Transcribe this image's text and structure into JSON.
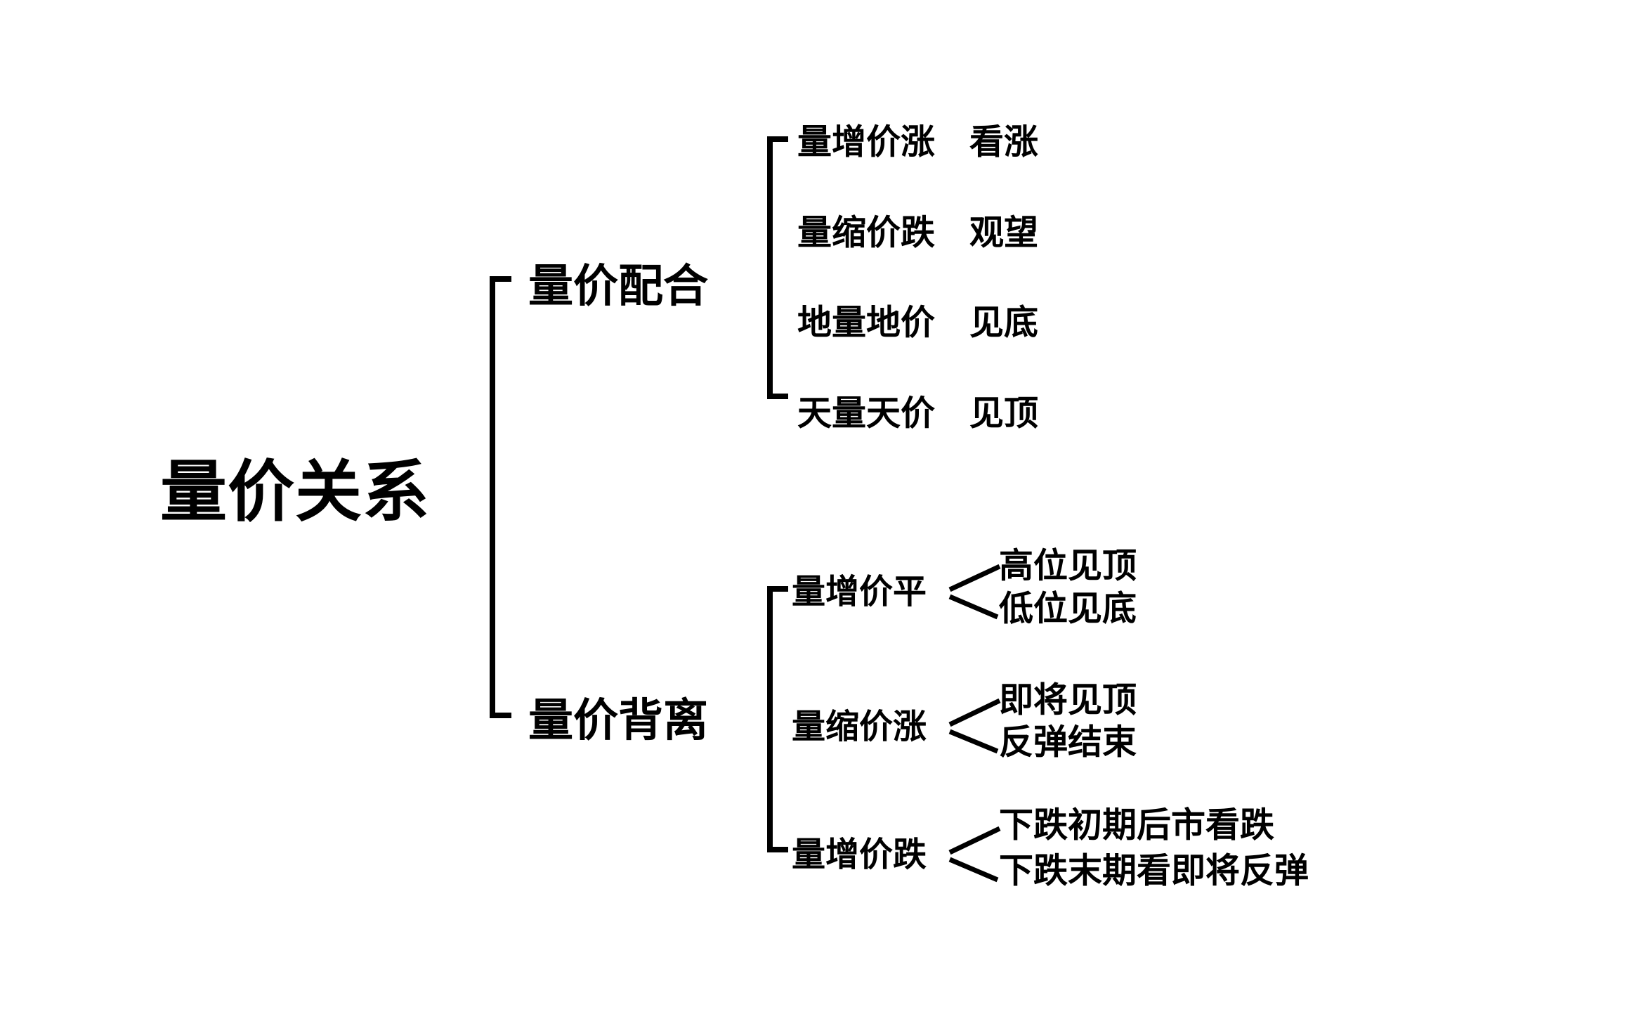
{
  "diagram": {
    "type": "tree",
    "root": "量价关系",
    "colors": {
      "background": "#ffffff",
      "text": "#000000",
      "line": "#000000"
    },
    "branches": [
      {
        "label": "量价配合",
        "leaves": [
          {
            "term": "量增价涨",
            "signal": "看涨"
          },
          {
            "term": "量缩价跌",
            "signal": "观望"
          },
          {
            "term": "地量地价",
            "signal": "见底"
          },
          {
            "term": "天量天价",
            "signal": "见顶"
          }
        ]
      },
      {
        "label": "量价背离",
        "children": [
          {
            "term": "量增价平",
            "outcomes": [
              "高位见顶",
              "低位见底"
            ]
          },
          {
            "term": "量缩价涨",
            "outcomes": [
              "即将见顶",
              "反弹结束"
            ]
          },
          {
            "term": "量增价跌",
            "outcomes": [
              "下跌初期后市看跌",
              "下跌末期看即将反弹"
            ]
          }
        ]
      }
    ]
  }
}
